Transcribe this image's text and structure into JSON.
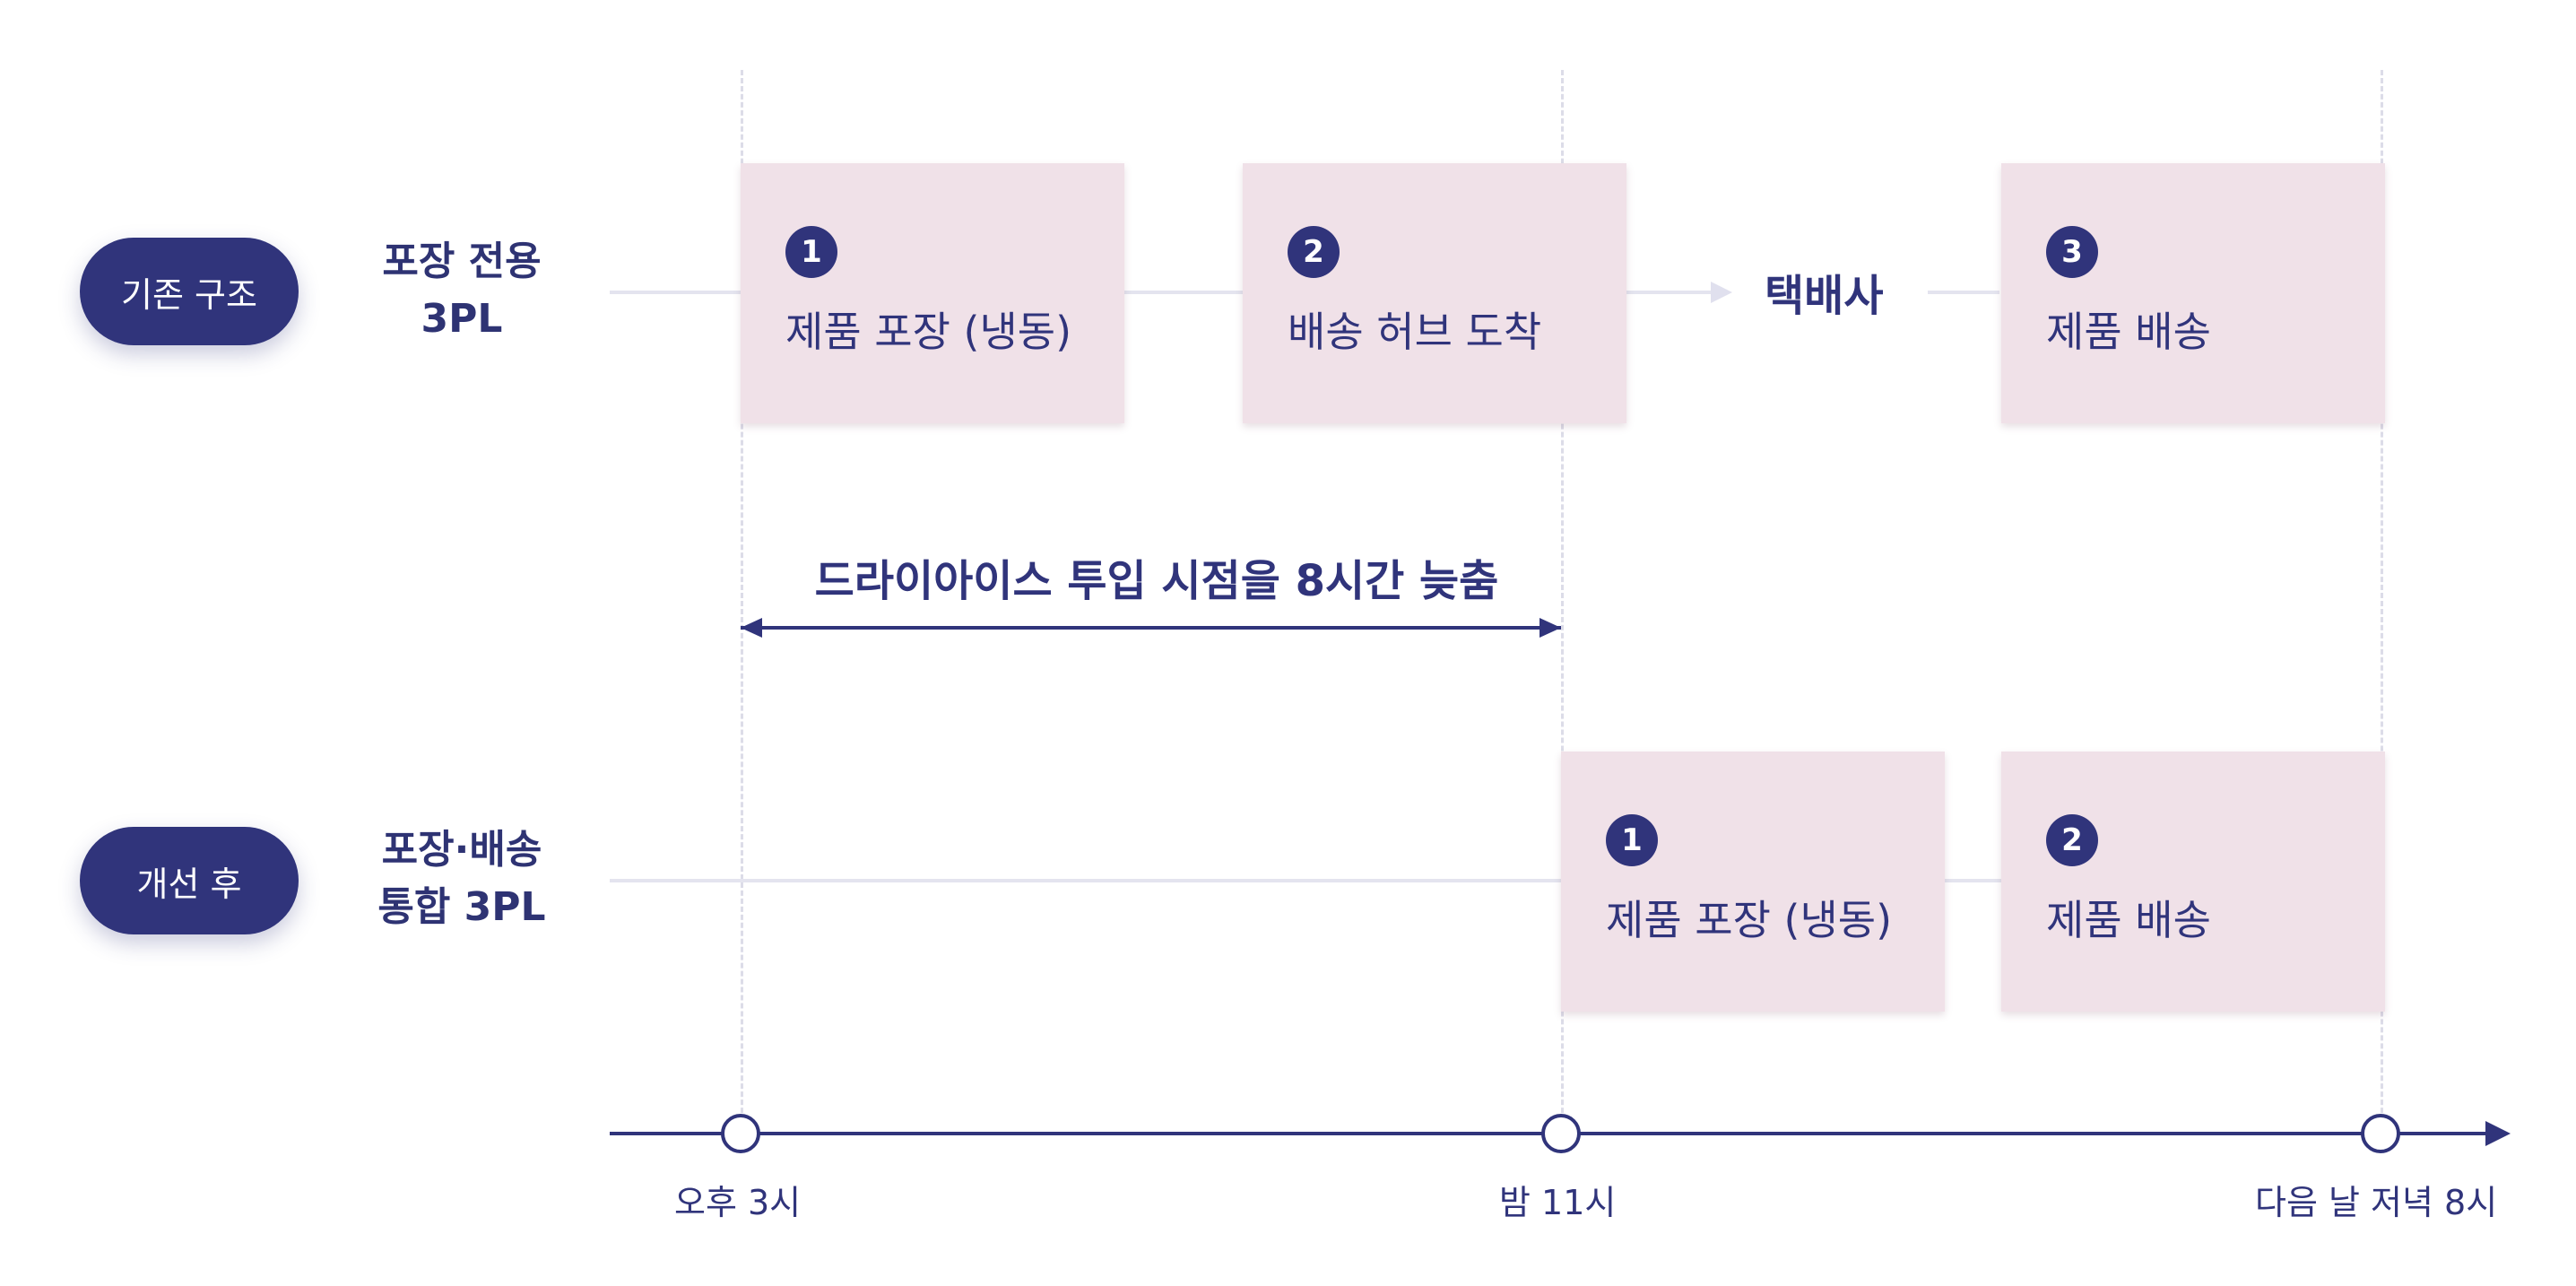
{
  "rows": {
    "before": {
      "tag": "기존 구조",
      "label_line1": "포장 전용",
      "label_line2": "3PL",
      "steps": [
        {
          "num": "1",
          "label": "제품 포장 (냉동)"
        },
        {
          "num": "2",
          "label": "배송 허브 도착"
        },
        {
          "num": "3",
          "label": "제품 배송"
        }
      ],
      "carrier": "택배사"
    },
    "after": {
      "tag": "개선 후",
      "label_line1": "포장·배송",
      "label_line2": "통합 3PL",
      "steps": [
        {
          "num": "1",
          "label": "제품 포장 (냉동)"
        },
        {
          "num": "2",
          "label": "제품 배송"
        }
      ]
    }
  },
  "span_note": "드라이아이스 투입 시점을 8시간 늦춤",
  "timeline": {
    "ticks": [
      "오후 3시",
      "밤 11시",
      "다음 날 저녁 8시"
    ]
  },
  "colors": {
    "navy": "#30347b",
    "box": "#f0e1e8",
    "guide": "#dcdce8"
  }
}
